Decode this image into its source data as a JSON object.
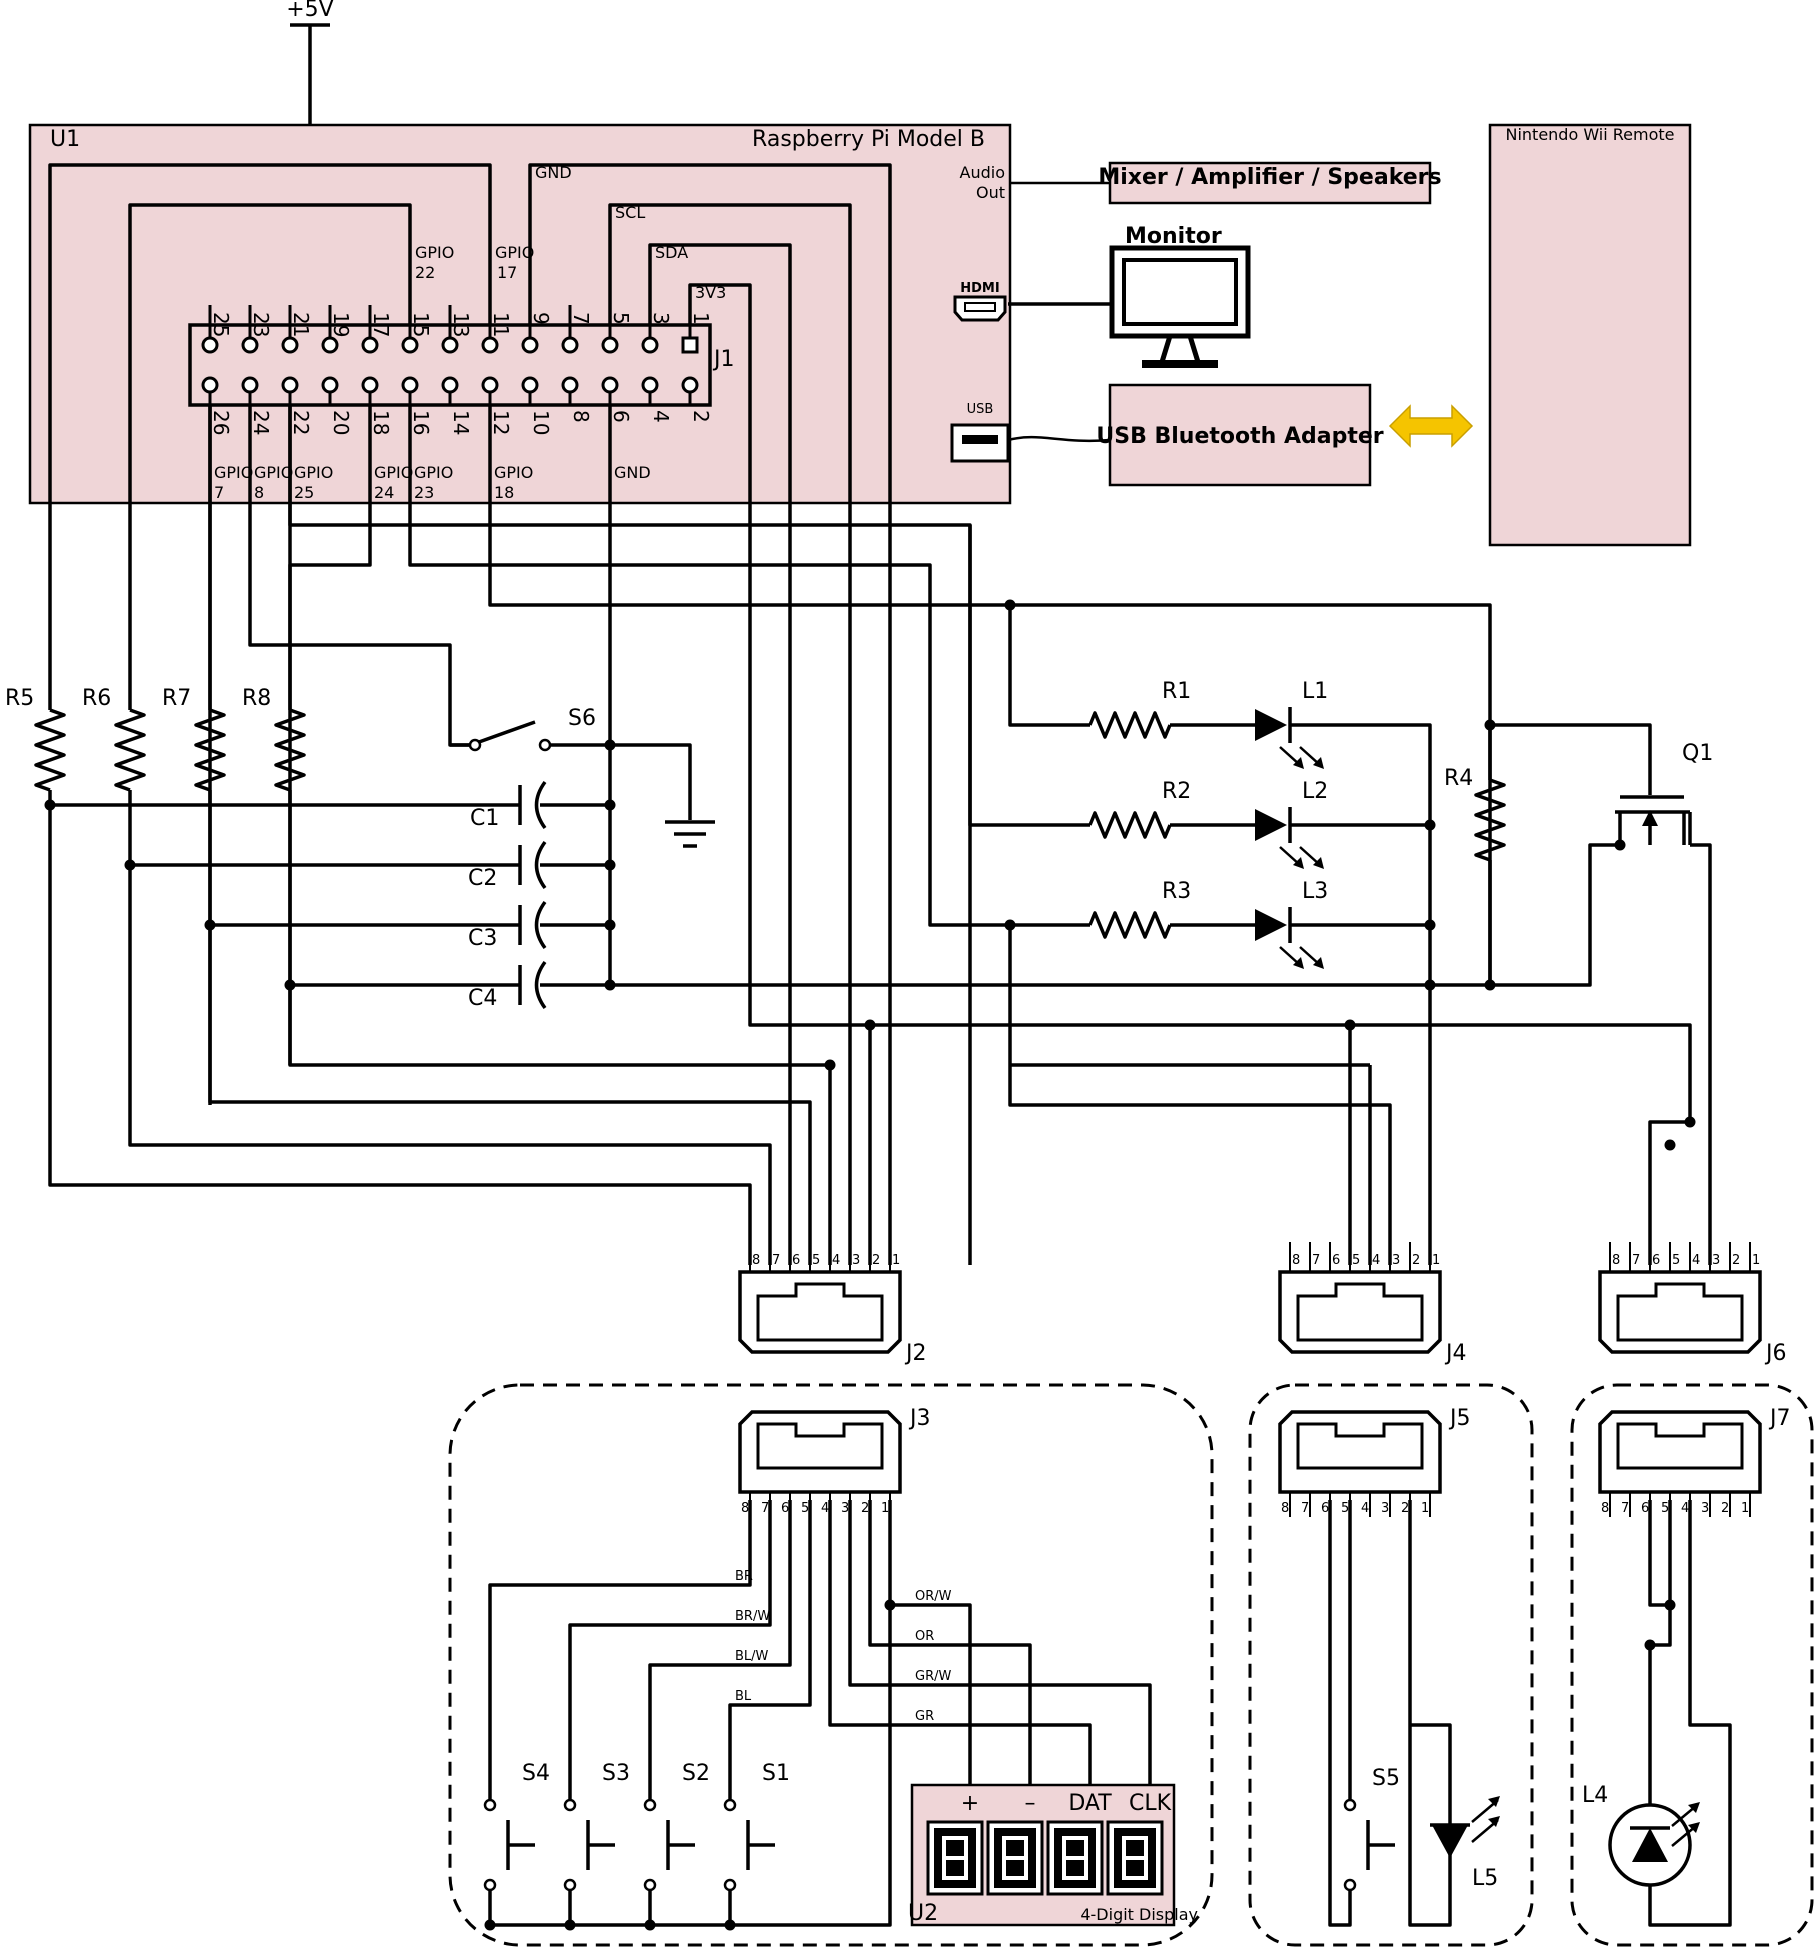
{
  "power": {
    "supply": "+5V"
  },
  "u1": {
    "ref": "U1",
    "name": "Raspberry Pi Model B",
    "audio_label": "Audio",
    "audio_label2": "Out",
    "hdmi_label": "HDMI",
    "usb_label": "USB"
  },
  "j1": {
    "ref": "J1",
    "top_pins": [
      "25",
      "23",
      "21",
      "19",
      "17",
      "15",
      "13",
      "11",
      "9",
      "7",
      "5",
      "3",
      "1"
    ],
    "bottom_pins": [
      "26",
      "24",
      "22",
      "20",
      "18",
      "16",
      "14",
      "12",
      "10",
      "8",
      "6",
      "4",
      "2"
    ]
  },
  "signals": {
    "gnd_top": "GND",
    "scl": "SCL",
    "sda": "SDA",
    "v33": "3V3",
    "gpio22a": "GPIO",
    "gpio22b": "22",
    "gpio17a": "GPIO",
    "gpio17b": "17",
    "gpio7a": "GPIO",
    "gpio7b": "7",
    "gpio8a": "GPIO",
    "gpio8b": "8",
    "gpio25a": "GPIO",
    "gpio25b": "25",
    "gpio24a": "GPIO",
    "gpio24b": "24",
    "gpio23a": "GPIO",
    "gpio23b": "23",
    "gpio18a": "GPIO",
    "gpio18b": "18",
    "gnd_bottom": "GND"
  },
  "peripherals": {
    "mixer": "Mixer / Amplifier / Speakers",
    "monitor": "Monitor",
    "bluetooth": "USB Bluetooth Adapter",
    "wii": "Nintendo Wii Remote"
  },
  "components": {
    "r1": "R1",
    "r2": "R2",
    "r3": "R3",
    "r4": "R4",
    "r5": "R5",
    "r6": "R6",
    "r7": "R7",
    "r8": "R8",
    "l1": "L1",
    "l2": "L2",
    "l3": "L3",
    "l4": "L4",
    "l5": "L5",
    "c1": "C1",
    "c2": "C2",
    "c3": "C3",
    "c4": "C4",
    "s1": "S1",
    "s2": "S2",
    "s3": "S3",
    "s4": "S4",
    "s5": "S5",
    "s6": "S6",
    "q1": "Q1"
  },
  "connectors": {
    "j2": "J2",
    "j3": "J3",
    "j4": "J4",
    "j5": "J5",
    "j6": "J6",
    "j7": "J7"
  },
  "connector_pins": [
    "8",
    "7",
    "6",
    "5",
    "4",
    "3",
    "2",
    "1"
  ],
  "wire_colors": {
    "br": "BR",
    "brw": "BR/W",
    "blw": "BL/W",
    "bl": "BL",
    "orw": "OR/W",
    "or": "OR",
    "grw": "GR/W",
    "gr": "GR"
  },
  "display": {
    "ref": "U2",
    "name": "4-Digit Display",
    "plus": "+",
    "minus": "–",
    "dat": "DAT",
    "clk": "CLK"
  }
}
